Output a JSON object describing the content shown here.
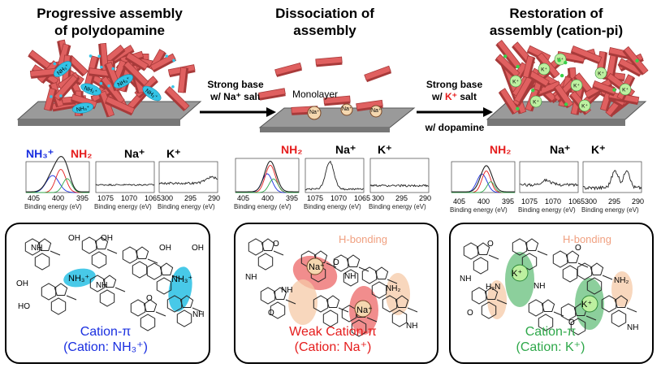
{
  "columns": [
    {
      "title_line1": "Progressive assembly",
      "title_line2": "of polydopamine"
    },
    {
      "title_line1": "Dissociation of",
      "title_line2": "assembly"
    },
    {
      "title_line1": "Restoration of",
      "title_line2": "assembly (cation-pi)"
    }
  ],
  "arrows": [
    {
      "line1": "Strong base",
      "line2_prefix": "w/ ",
      "line2_cation": "Na⁺",
      "line2_suffix": " salt"
    },
    {
      "line1": "Strong base",
      "line2_prefix": "w/ ",
      "line2_cation": "K⁺",
      "line2_suffix": " salt",
      "line3": "w/ dopamine"
    }
  ],
  "stage_labels": {
    "nh3": "NH₃⁺",
    "nh3_short": "NH₃⁺",
    "na": "Na⁺",
    "k": "K⁺",
    "monolayer": "Monolayer"
  },
  "spectra_labels": {
    "nh3": "NH₃⁺",
    "nh2": "NH₂",
    "na": "Na⁺",
    "k": "K⁺",
    "xlabel": "Binding energy (eV)",
    "n1s_ticks": [
      "405",
      "400",
      "395"
    ],
    "na_ticks": [
      "1075",
      "1070",
      "1065"
    ],
    "k_ticks": [
      "300",
      "295",
      "290"
    ]
  },
  "panels": [
    {
      "caption_main": "Cation-π",
      "caption_sub": "(Cation: NH₃⁺)"
    },
    {
      "caption_main": "Weak Cation-π",
      "caption_sub": "(Cation: Na⁺)",
      "hbond": "H-bonding"
    },
    {
      "caption_main": "Cation-π",
      "caption_sub": "(Cation: K⁺)",
      "hbond": "H-bonding"
    }
  ],
  "structure_text": {
    "nh": "NH",
    "oh": "OH",
    "ho": "HO",
    "o": "O",
    "nh2": "NH₂",
    "h2n": "H₂N"
  },
  "colors": {
    "flake": "#e06060",
    "flake_dark": "#a83a3a",
    "substrate": "#9a9a9a",
    "nh3": "#1a2fe0",
    "nh2": "#e51c1c",
    "cyan": "#34c3e6",
    "na_red": "#e53030",
    "k_green": "#2ea84a",
    "hbond_peach": "#f5c9a7"
  }
}
